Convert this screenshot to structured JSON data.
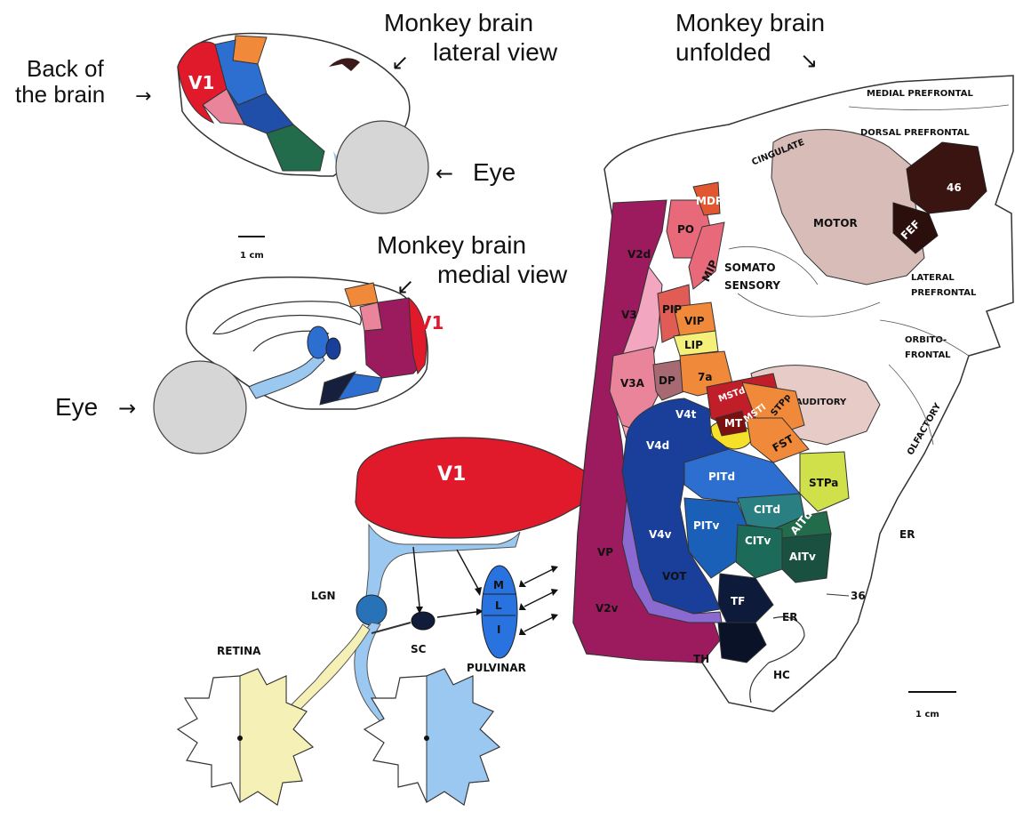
{
  "captions": {
    "back_of_brain_1": "Back of",
    "back_of_brain_2": "the brain",
    "lateral_1": "Monkey brain",
    "lateral_2": "lateral view",
    "unfolded_1": "Monkey brain",
    "unfolded_2": "unfolded",
    "eye_top": "Eye",
    "eye_medial": "Eye",
    "medial_1": "Monkey brain",
    "medial_2": "medial view",
    "scale_left": "1 cm",
    "scale_right": "1 cm"
  },
  "lateral": {
    "v1": "V1"
  },
  "medial": {
    "v1": "V1"
  },
  "pathway": {
    "v1": "V1",
    "lgn": "LGN",
    "sc": "SC",
    "retina": "RETINA",
    "pulvinar": "PULVINAR",
    "pulvinar_m": "M",
    "pulvinar_l": "L",
    "pulvinar_i": "I"
  },
  "flatmap": {
    "medial_prefrontal": "MEDIAL PREFRONTAL",
    "dorsal_prefrontal": "DORSAL PREFRONTAL",
    "cingulate": "CINGULATE",
    "motor": "MOTOR",
    "a46": "46",
    "fef": "FEF",
    "somato_1": "SOMATO",
    "somato_2": "SENSORY",
    "lateral_pf_1": "LATERAL",
    "lateral_pf_2": "PREFRONTAL",
    "orbito_1": "ORBITO-",
    "orbito_2": "FRONTAL",
    "auditory": "AUDITORY",
    "olfactory": "OLFACTORY",
    "mdp": "MDP",
    "po": "PO",
    "mip": "MIP",
    "pip": "PIP",
    "vip": "VIP",
    "lip": "LIP",
    "v2d": "V2d",
    "v3": "V3",
    "v3a": "V3A",
    "dp": "DP",
    "a7a": "7a",
    "mstd": "MSTd",
    "mstl": "MSTl",
    "stpp": "STPp",
    "mt": "MT",
    "fst": "FST",
    "v4t": "V4t",
    "v4d": "V4d",
    "pitd": "PITd",
    "stpa": "STPa",
    "citd": "CITd",
    "aitd": "AITd",
    "pitv": "PITv",
    "citv": "CITv",
    "aitv": "AITv",
    "v4v": "V4v",
    "vp": "VP",
    "vot": "VOT",
    "v2v": "V2v",
    "tf": "TF",
    "th": "TH",
    "er1": "ER",
    "er2": "ER",
    "a36": "36",
    "hc": "HC"
  },
  "colors": {
    "v1_red": "#e0192b",
    "v2_magenta": "#9b1b5e",
    "v4_blue": "#1a3f9a",
    "it_teal": "#1c6b5a",
    "motor_pink": "#d8bcb8",
    "area46_brown": "#3a1410",
    "eye_gray": "#d6d6d6"
  }
}
